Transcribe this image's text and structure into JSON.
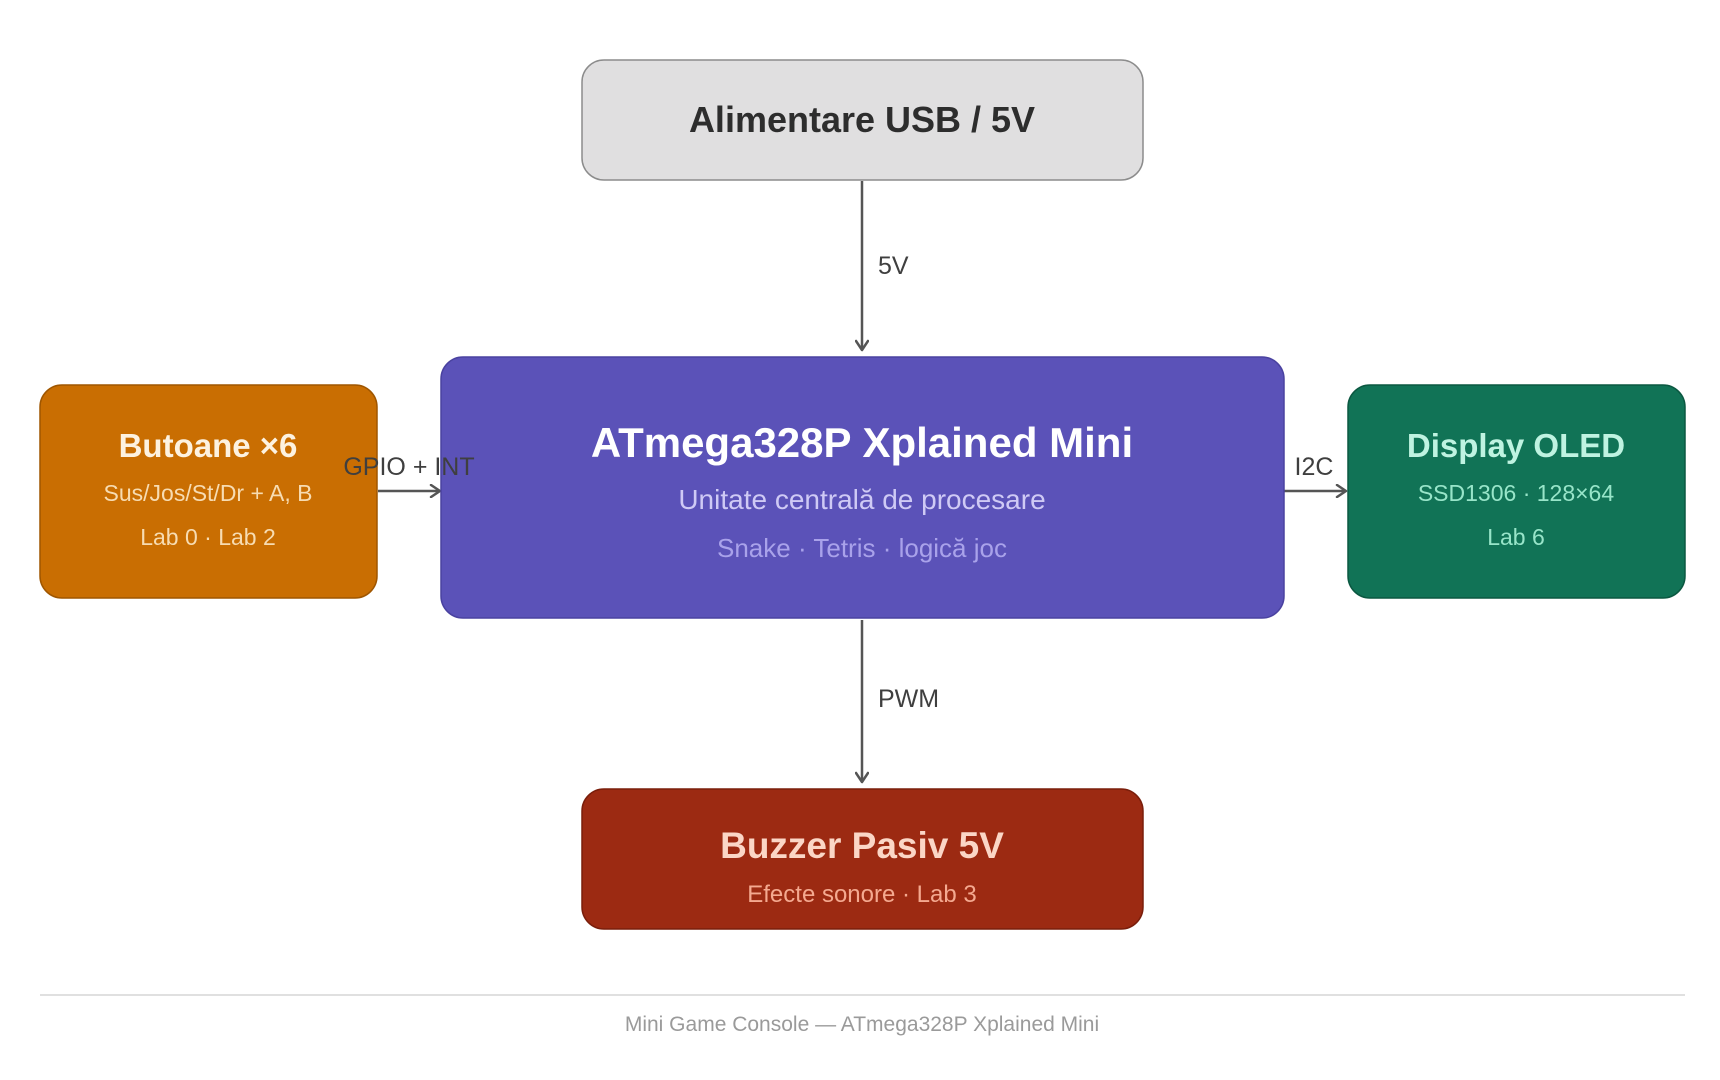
{
  "colors": {
    "power_fill": "#e0dfe0",
    "power_stroke": "#8c8c8c",
    "power_text": "#2d2d2d",
    "cpu_fill": "#5b52b8",
    "cpu_stroke": "#4a42a0",
    "cpu_title": "#ffffff",
    "cpu_sub": "#cfcaf5",
    "cpu_sub2": "#a9a2ea",
    "buttons_fill": "#c96e02",
    "buttons_stroke": "#9f5600",
    "buttons_title": "#fdf2e0",
    "buttons_sub": "#f7dcb2",
    "oled_fill": "#117356",
    "oled_stroke": "#0b5841",
    "oled_title": "#bff3e1",
    "oled_sub": "#98e5c9",
    "buzzer_fill": "#9c2a12",
    "buzzer_stroke": "#7a1e0b",
    "buzzer_title": "#fbd6c6",
    "buzzer_sub": "#f4a990",
    "arrow": "#555555",
    "divider": "#d6d6d6"
  },
  "nodes": {
    "power": {
      "title": "Alimentare USB / 5V"
    },
    "cpu": {
      "title": "ATmega328P Xplained Mini",
      "subtitle": "Unitate centrală de procesare",
      "detail": "Snake · Tetris · logică joc"
    },
    "buttons": {
      "title": "Butoane ×6",
      "subtitle": "Sus/Jos/St/Dr + A, B",
      "detail": "Lab 0 · Lab 2"
    },
    "oled": {
      "title": "Display OLED",
      "subtitle": "SSD1306 · 128×64",
      "detail": "Lab 6"
    },
    "buzzer": {
      "title": "Buzzer Pasiv 5V",
      "subtitle": "Efecte sonore · Lab 3"
    }
  },
  "edges": {
    "power_to_cpu": "5V",
    "buttons_to_cpu": "GPIO + INT",
    "cpu_to_oled": "I2C",
    "cpu_to_buzzer": "PWM"
  },
  "footer": "Mini Game Console — ATmega328P Xplained Mini"
}
